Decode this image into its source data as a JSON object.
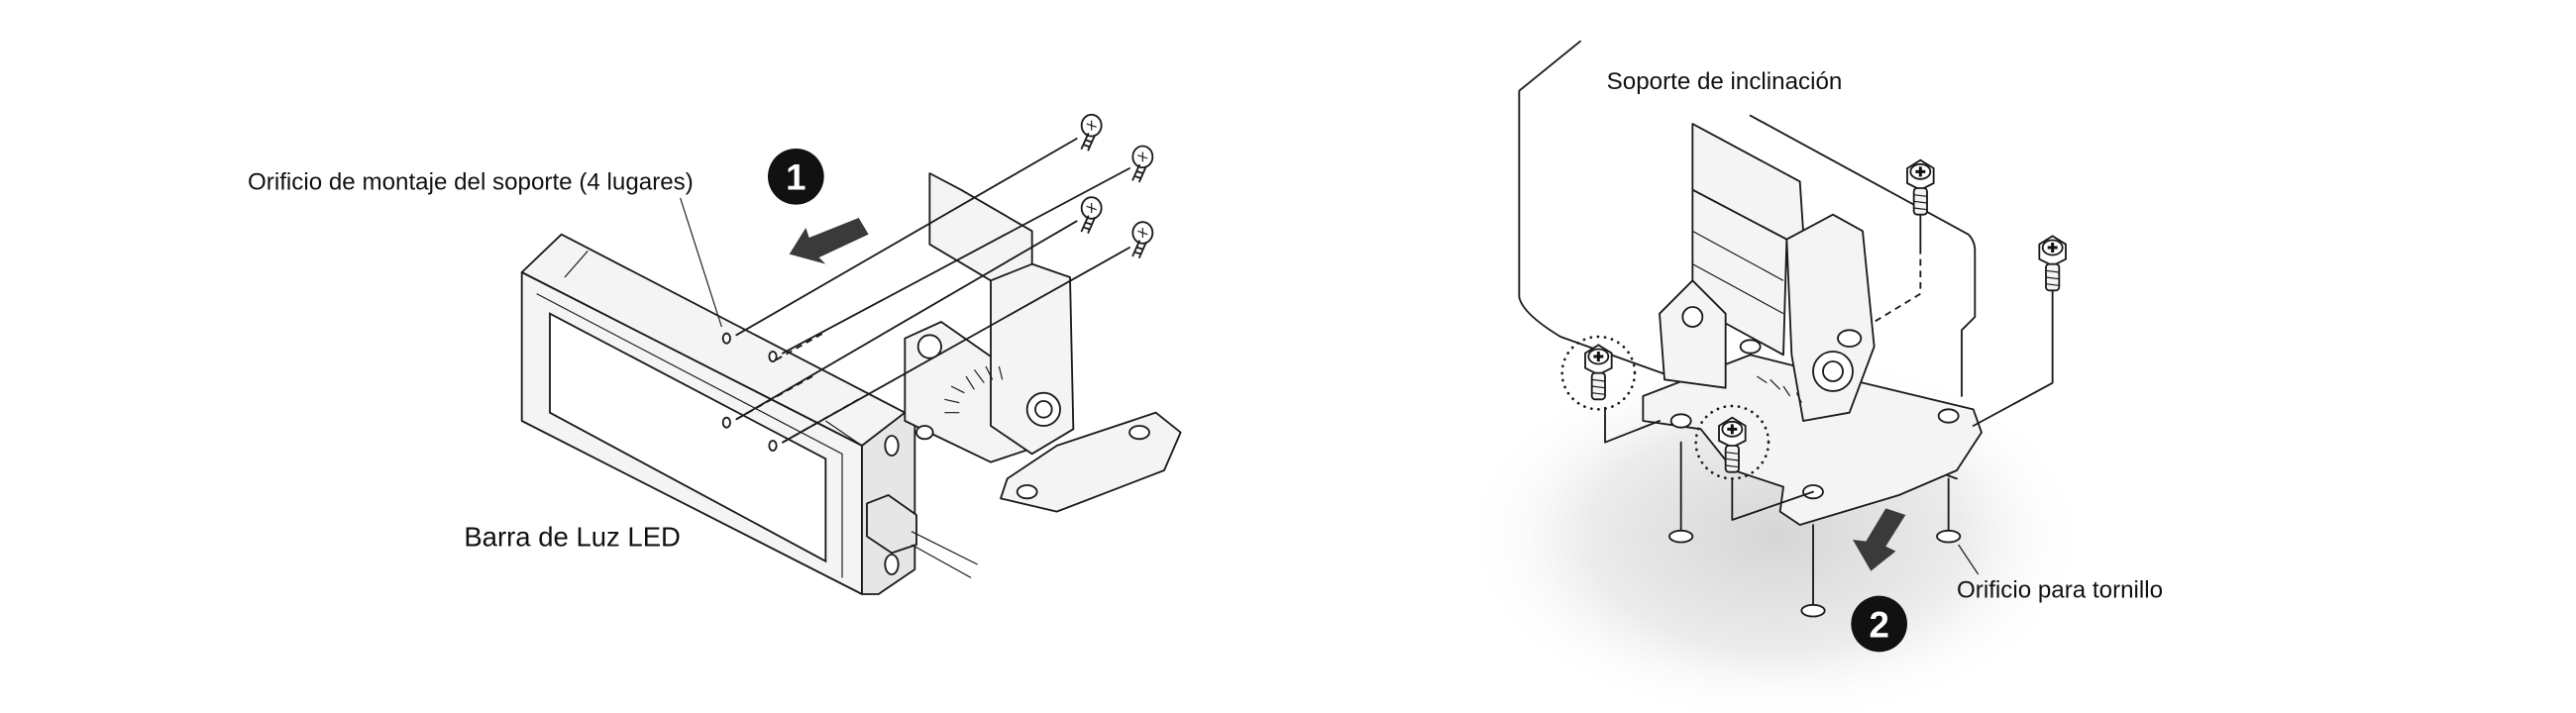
{
  "step1": {
    "number": "1",
    "label_mount_hole": "Orificio de montaje del soporte (4 lugares)",
    "label_light_bar": "Barra de Luz LED"
  },
  "step2": {
    "number": "2",
    "label_tilt_bracket": "Soporte de inclinación",
    "label_screw_hole": "Orificio para tornillo"
  },
  "colors": {
    "line": "#1a1a1a",
    "arrow": "#3a3a3a",
    "step_badge": "#111111",
    "part_fill": "#f4f4f4"
  }
}
